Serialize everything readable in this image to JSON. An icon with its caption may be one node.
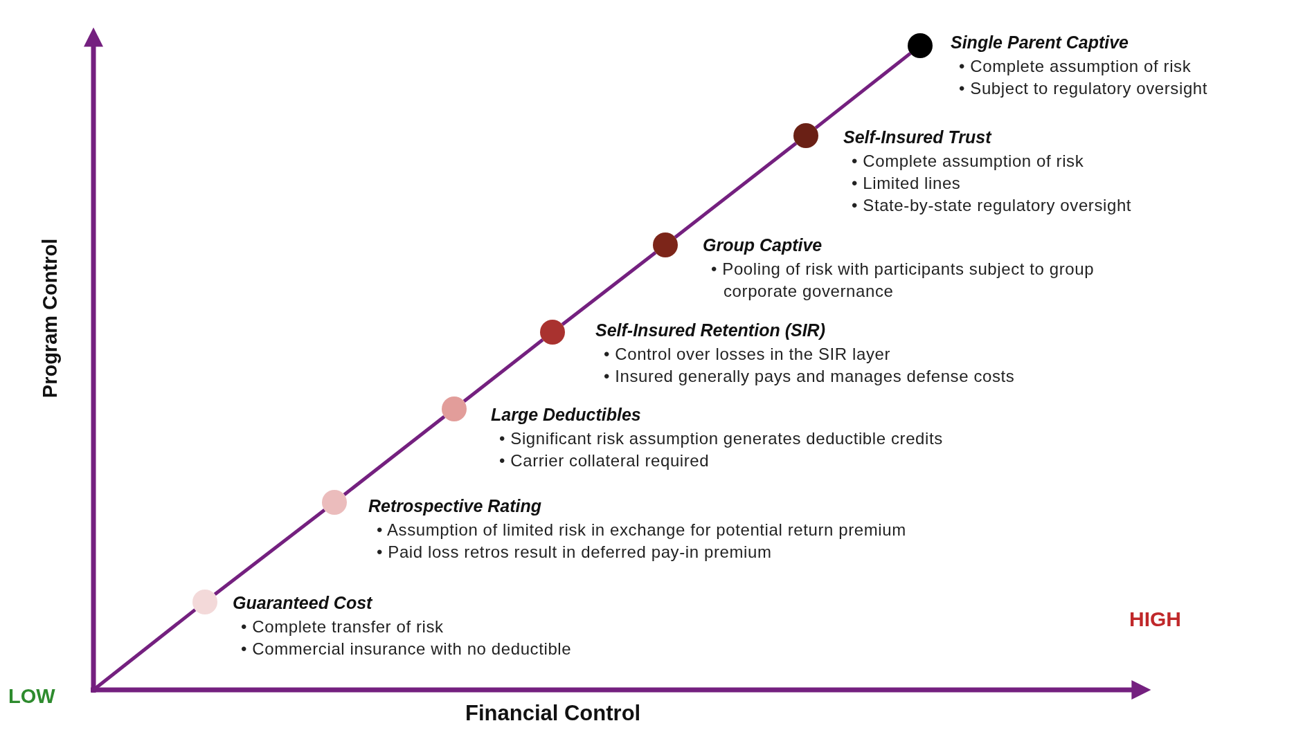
{
  "diagram": {
    "nodes": [
      {
        "text": [],
        "shape": "circle",
        "beside": [
          "Guaranteed Cost",
          "• Complete transfer of risk",
          "• Commercial insurance with no deductible"
        ]
      },
      {
        "text": [],
        "shape": "circle",
        "beside": [
          "Retrospective Rating",
          "• Assumption of limited risk in exchange for potential return premium",
          "• Paid loss retros result in deferred pay-in premium"
        ]
      },
      {
        "text": [],
        "shape": "circle",
        "beside": [
          "Large Deductibles",
          "• Significant risk assumption generates deductible credits",
          "• Carrier collateral required"
        ]
      },
      {
        "text": [],
        "shape": "circle",
        "beside": [
          "Self-Insured Retention (SIR)",
          "• Control over losses in the SIR layer",
          "• Insured generally pays and manages defense costs"
        ]
      },
      {
        "text": [],
        "shape": "circle",
        "beside": [
          "Group Captive",
          "• Pooling of risk with participants subject to group corporate governance"
        ]
      },
      {
        "text": [],
        "shape": "circle",
        "beside": [
          "Self-Insured Trust",
          "• Complete assumption of risk",
          "• Limited lines",
          "• State-by-state regulatory oversight"
        ]
      },
      {
        "text": [],
        "shape": "circle",
        "beside": [
          "Single Parent Captive",
          "• Complete assumption of risk",
          "• Subject to regulatory oversight"
        ]
      }
    ],
    "edges": [
      {
        "from": null,
        "to": 0,
        "arrow": "none"
      },
      {
        "from": 0,
        "to": 1,
        "arrow": "none"
      },
      {
        "from": 1,
        "to": 2,
        "arrow": "none"
      },
      {
        "from": 2,
        "to": 3,
        "arrow": "none"
      },
      {
        "from": 3,
        "to": 4,
        "arrow": "none"
      },
      {
        "from": 4,
        "to": 5,
        "arrow": "none"
      },
      {
        "from": 5,
        "to": 6,
        "arrow": "none"
      }
    ],
    "labels": [
      "Program Control",
      "HIGH",
      "LOW",
      "Financial Control"
    ]
  }
}
